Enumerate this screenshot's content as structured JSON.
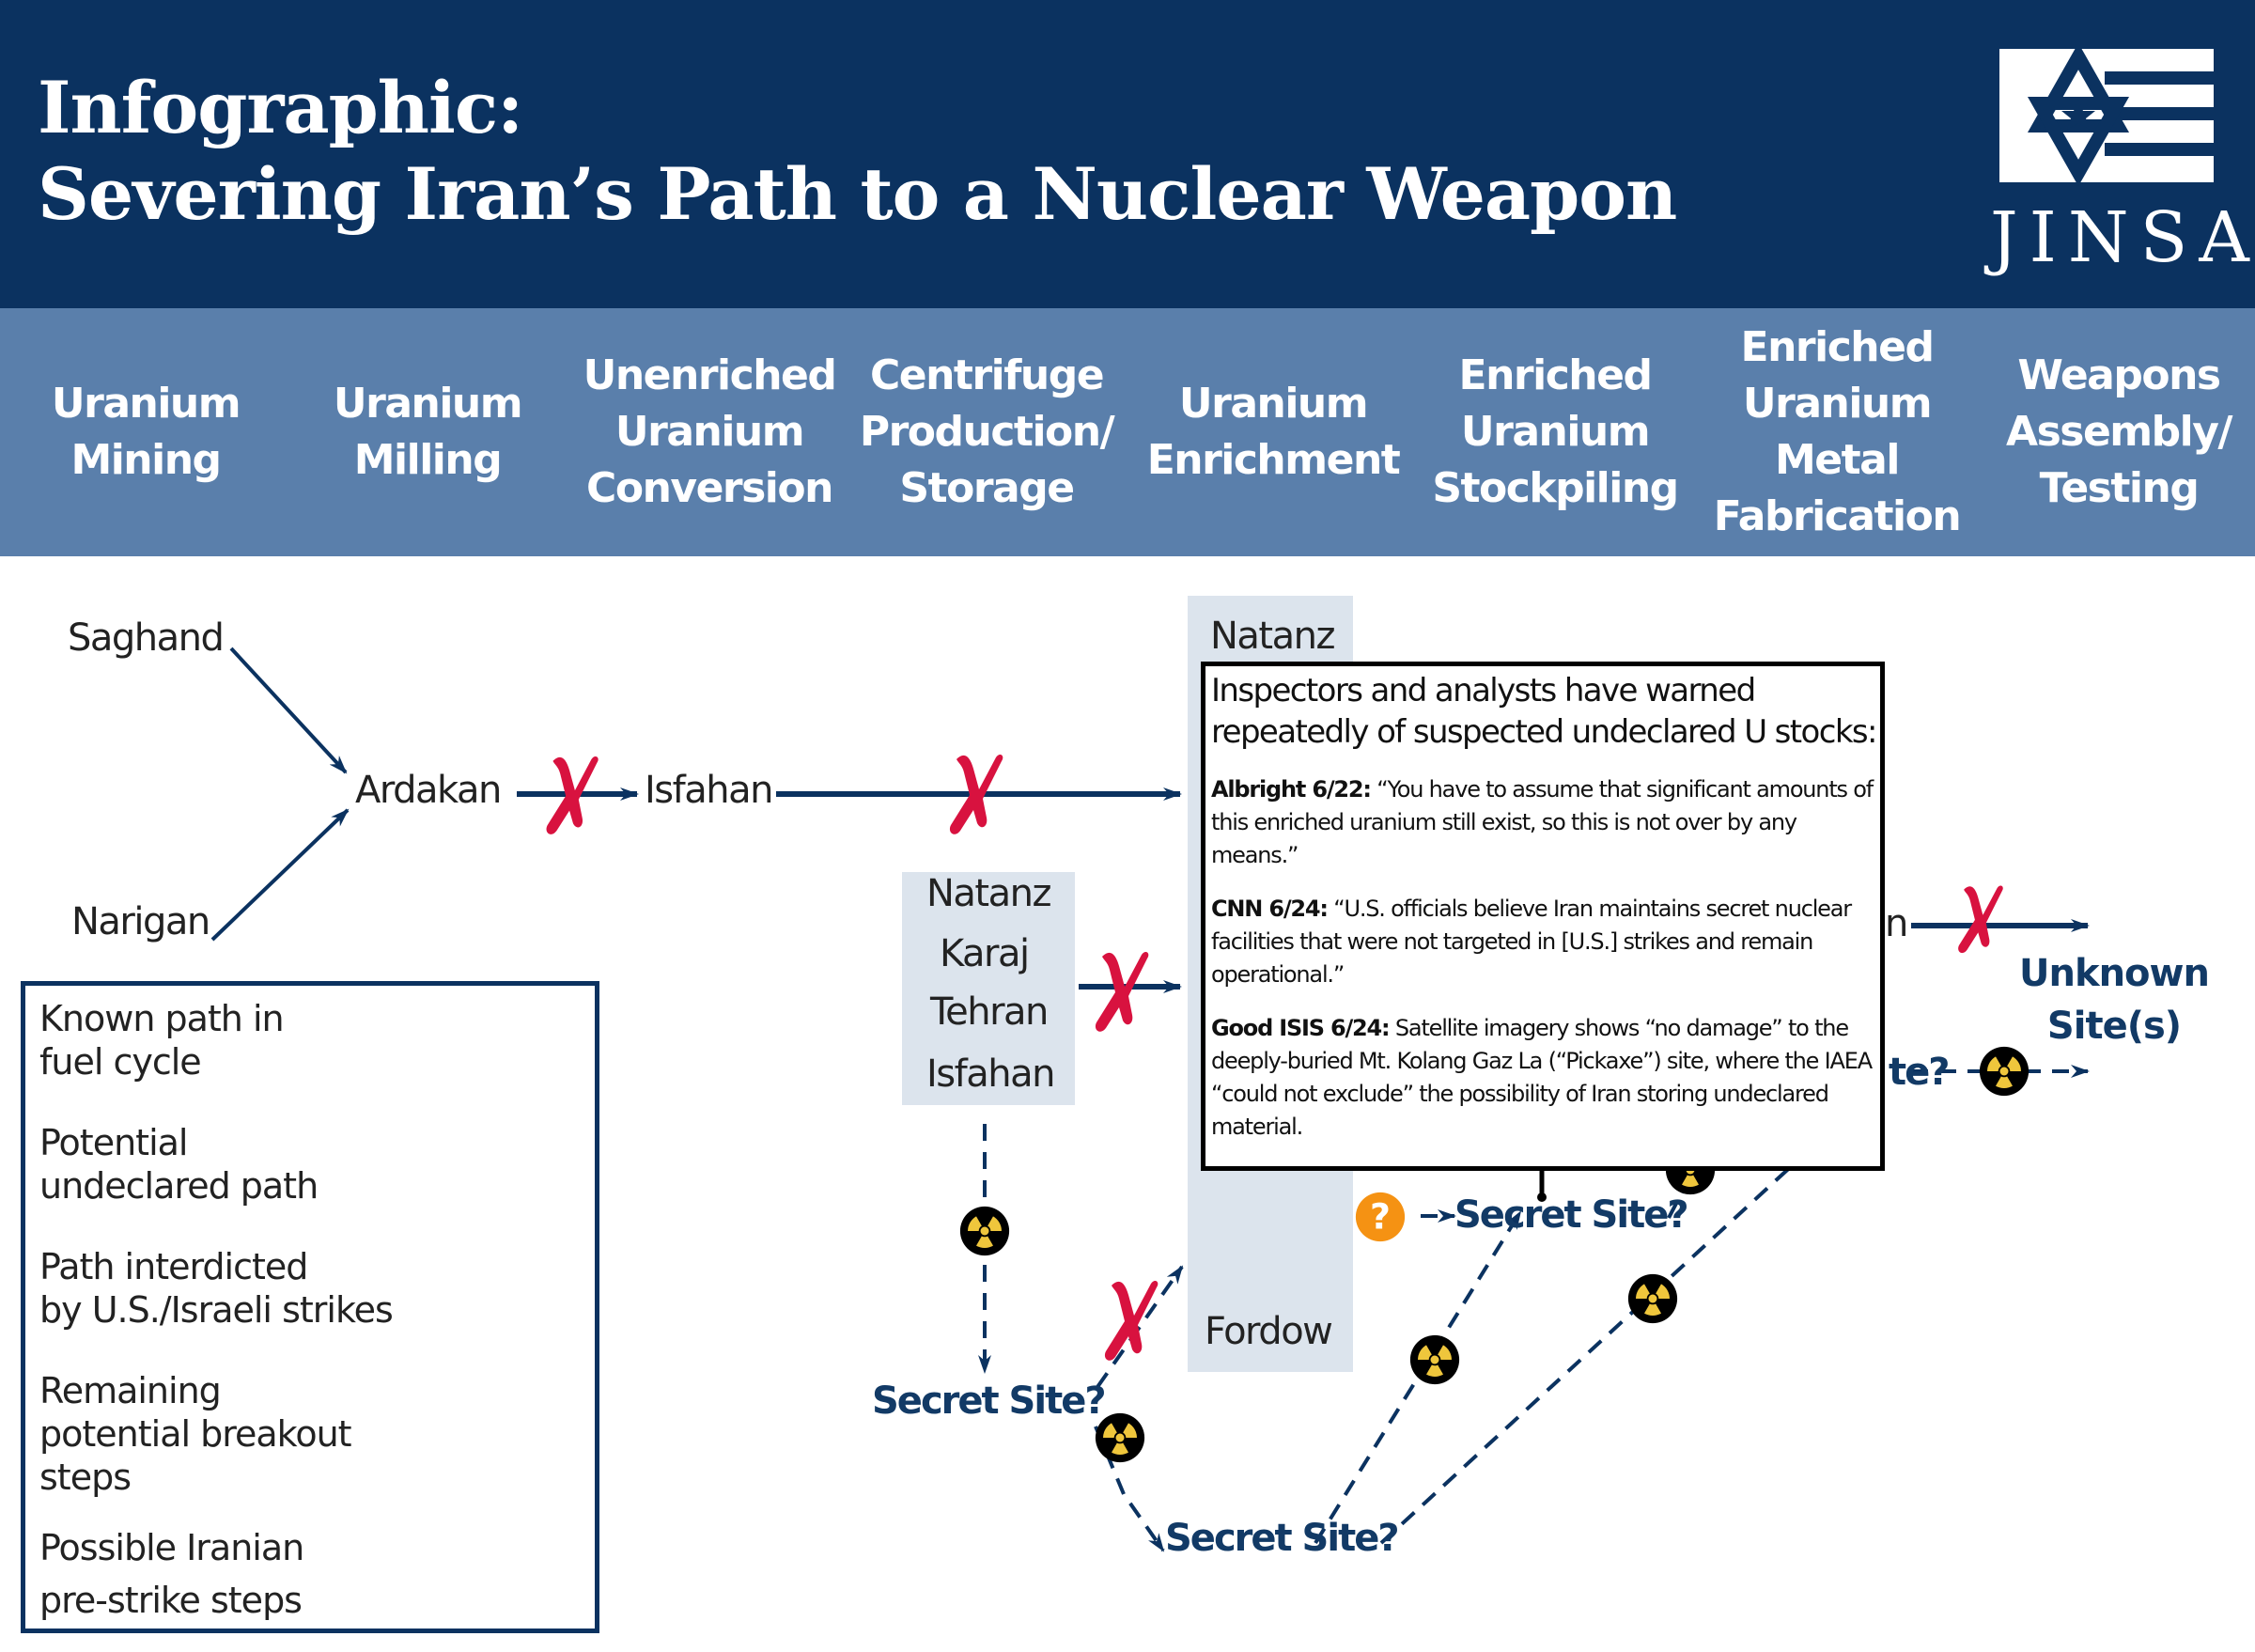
{
  "header": {
    "title_line1": "Infographic:",
    "title_line2": "Severing Iran’s Path to a Nuclear Weapon",
    "logo_text": "JINSA",
    "colors": {
      "header_bg": "#0b3260",
      "stage_bar_bg": "#5a7fab"
    }
  },
  "stages": [
    "Uranium\nMining",
    "Uranium\nMilling",
    "Unenriched\nUranium\nConversion",
    "Centrifuge\nProduction/\nStorage",
    "Uranium\nEnrichment",
    "Enriched\nUranium\nStockpiling",
    "Enriched\nUranium\nMetal\nFabrication",
    "Weapons\nAssembly/\nTesting"
  ],
  "sites": {
    "saghand": "Saghand",
    "narigan": "Narigan",
    "ardakan": "Ardakan",
    "isfahan": "Isfahan",
    "enrichment_top": "Natanz",
    "enrichment_bottom": "Fordow",
    "centrifuge_sites": [
      "Natanz",
      "Karaj",
      "Tehran",
      "Isfahan"
    ],
    "stockpile_partial": "n",
    "secret_site": "Secret Site?",
    "secret_site_partial": "te?",
    "unknown_sites": "Unknown\nSite(s)"
  },
  "callout": {
    "intro": "Inspectors and analysts have warned repeatedly of suspected undeclared U stocks:",
    "quotes": [
      {
        "source": "Albright 6/22:",
        "text": " “You have to assume that significant amounts of this enriched uranium still exist, so this is not over by any means.”"
      },
      {
        "source": "CNN 6/24:",
        "text": " “U.S. officials believe Iran maintains secret nuclear facilities that were not targeted in [U.S.] strikes and remain operational.”"
      },
      {
        "source": "Good ISIS 6/24:",
        "text": " Satellite imagery shows “no damage” to the deeply-buried Mt. Kolang Gaz La (“Pickaxe”) site, where the IAEA “could not exclude” the possibility of Iran storing undeclared material."
      }
    ]
  },
  "legend": {
    "items": [
      {
        "label": "Known path in\nfuel cycle",
        "icon": "solid-arrow-icon"
      },
      {
        "label": "Potential\nundeclared path",
        "icon": "dashed-arrow-icon"
      },
      {
        "label": "Path interdicted\nby U.S./Israeli strikes",
        "icon": "red-x-icon"
      },
      {
        "label": "Remaining\npotential breakout\nsteps",
        "icon": "radiation-icon"
      },
      {
        "label": "Possible Iranian\npre-strike steps",
        "icon": "question-icon"
      }
    ]
  },
  "colors": {
    "path": "#0b3260",
    "strike_x": "#d8123f",
    "radiation_yellow": "#efc63c",
    "question_orange": "#f59213",
    "site_box": "#dce4ed",
    "secret_text": "#123a66"
  }
}
